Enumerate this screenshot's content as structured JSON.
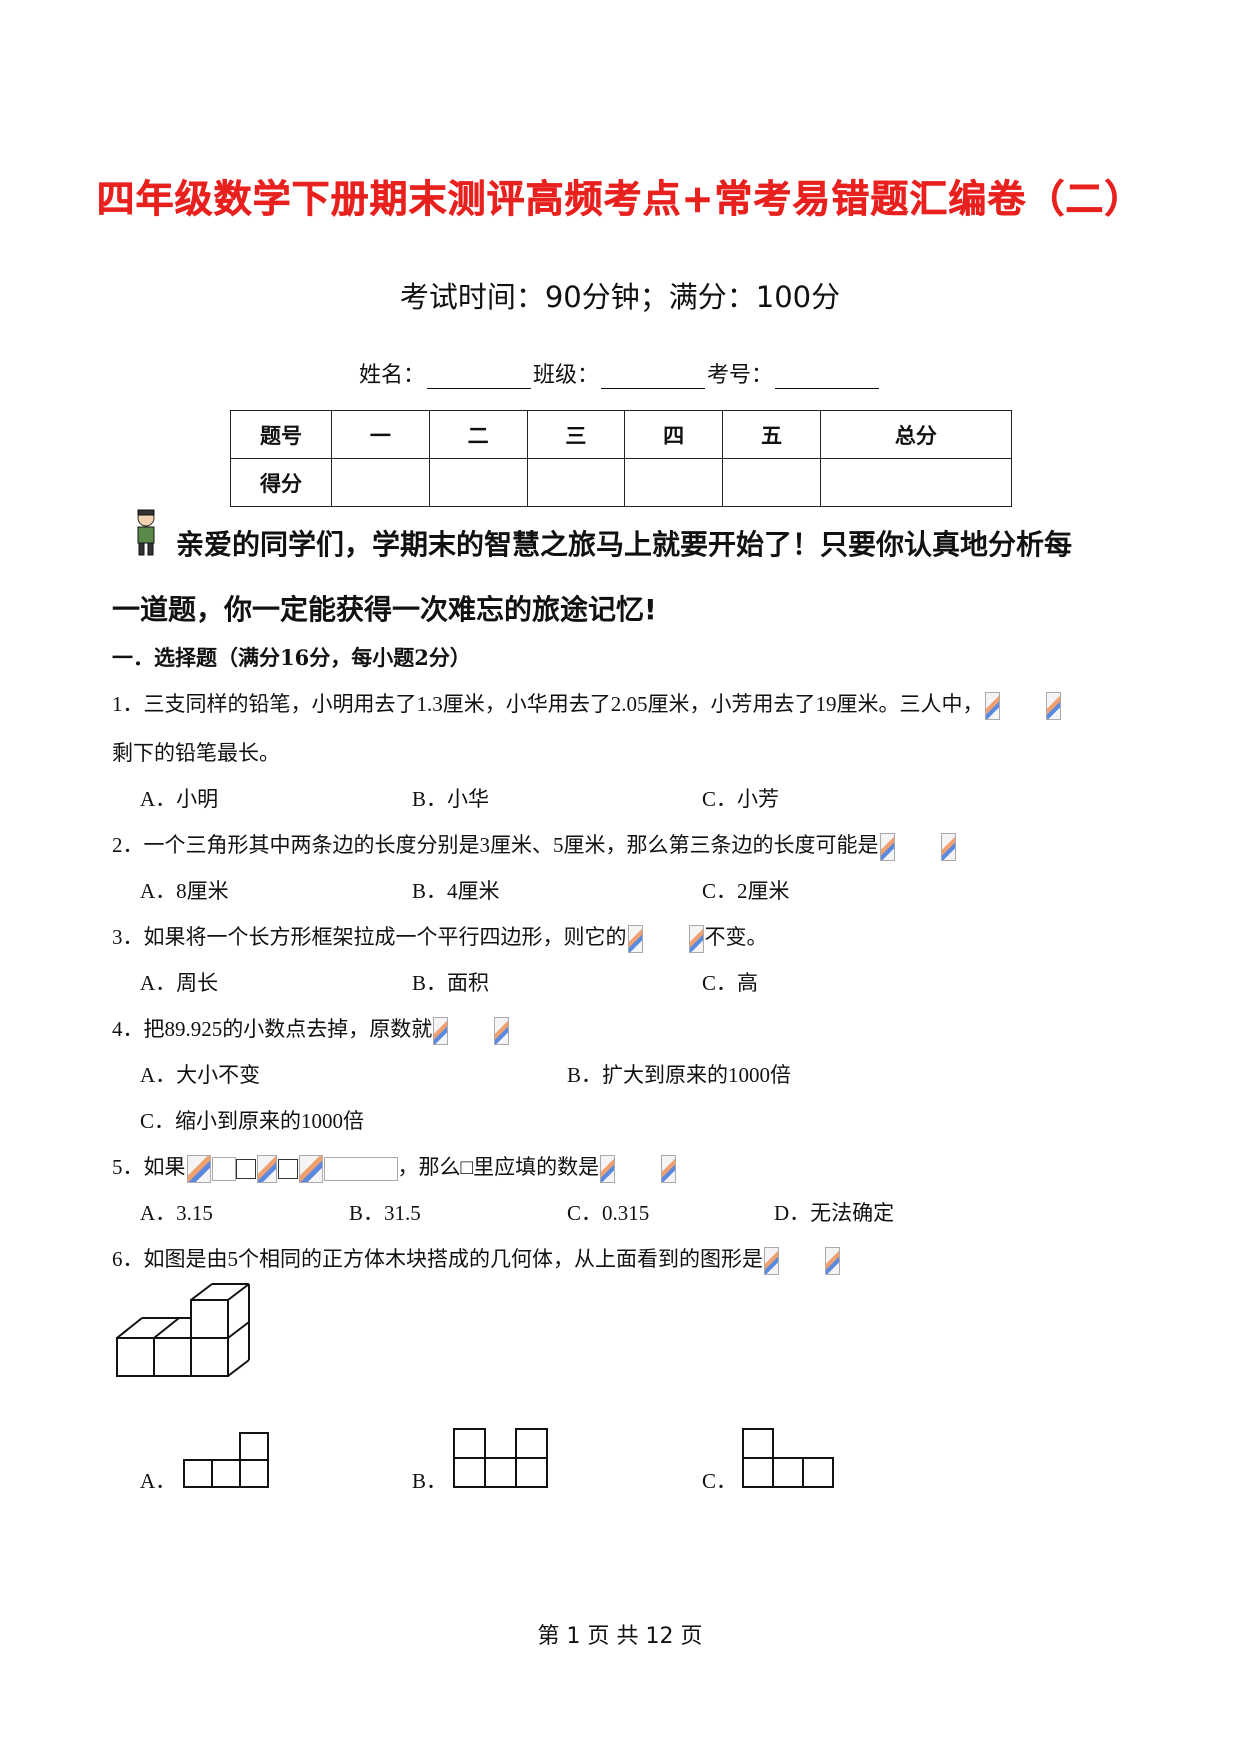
{
  "title": "四年级数学下册期末测评高频考点+常考易错题汇编卷（二）",
  "subtitle": "考试时间：90分钟；满分：100分",
  "student_info": {
    "name_label": "姓名：",
    "class_label": "班级：",
    "exam_no_label": "考号："
  },
  "score_table": {
    "header": [
      "题号",
      "一",
      "二",
      "三",
      "四",
      "五",
      "总分"
    ],
    "row_label": "得分"
  },
  "intro": {
    "line1": "亲爱的同学们，学期末的智慧之旅马上就要开始了！只要你认真地分析每",
    "line2": "一道题，你一定能获得一次难忘的旅途记忆!"
  },
  "section1": "一．选择题（满分16分，每小题2分）",
  "questions": [
    {
      "stem": "1．三支同样的铅笔，小明用去了1.3厘米，小华用去了2.05厘米，小芳用去了19厘米。三人中，",
      "stem_cont": "剩下的铅笔最长。",
      "options": [
        "A．小明",
        "B．小华",
        "C．小芳"
      ]
    },
    {
      "stem": "2．一个三角形其中两条边的长度分别是3厘米、5厘米，那么第三条边的长度可能是",
      "options": [
        "A．8厘米",
        "B．4厘米",
        "C．2厘米"
      ]
    },
    {
      "stem": "3．如果将一个长方形框架拉成一个平行四边形，则它的",
      "stem_tail": "不变。",
      "options": [
        "A．周长",
        "B．面积",
        "C．高"
      ]
    },
    {
      "stem": "4．把89.925的小数点去掉，原数就",
      "options": [
        "A．大小不变",
        "B．扩大到原来的1000倍",
        "C．缩小到原来的1000倍"
      ]
    },
    {
      "stem_a": "5．如果",
      "stem_b": "，那么□里应填的数是",
      "options": [
        "A．3.15",
        "B．31.5",
        "C．0.315",
        "D．无法确定"
      ]
    },
    {
      "stem": "6．如图是由5个相同的正方体木块搭成的几何体，从上面看到的图形是",
      "options": [
        "A．",
        "B．",
        "C．"
      ]
    }
  ],
  "footer": "第 1 页 共 12 页"
}
